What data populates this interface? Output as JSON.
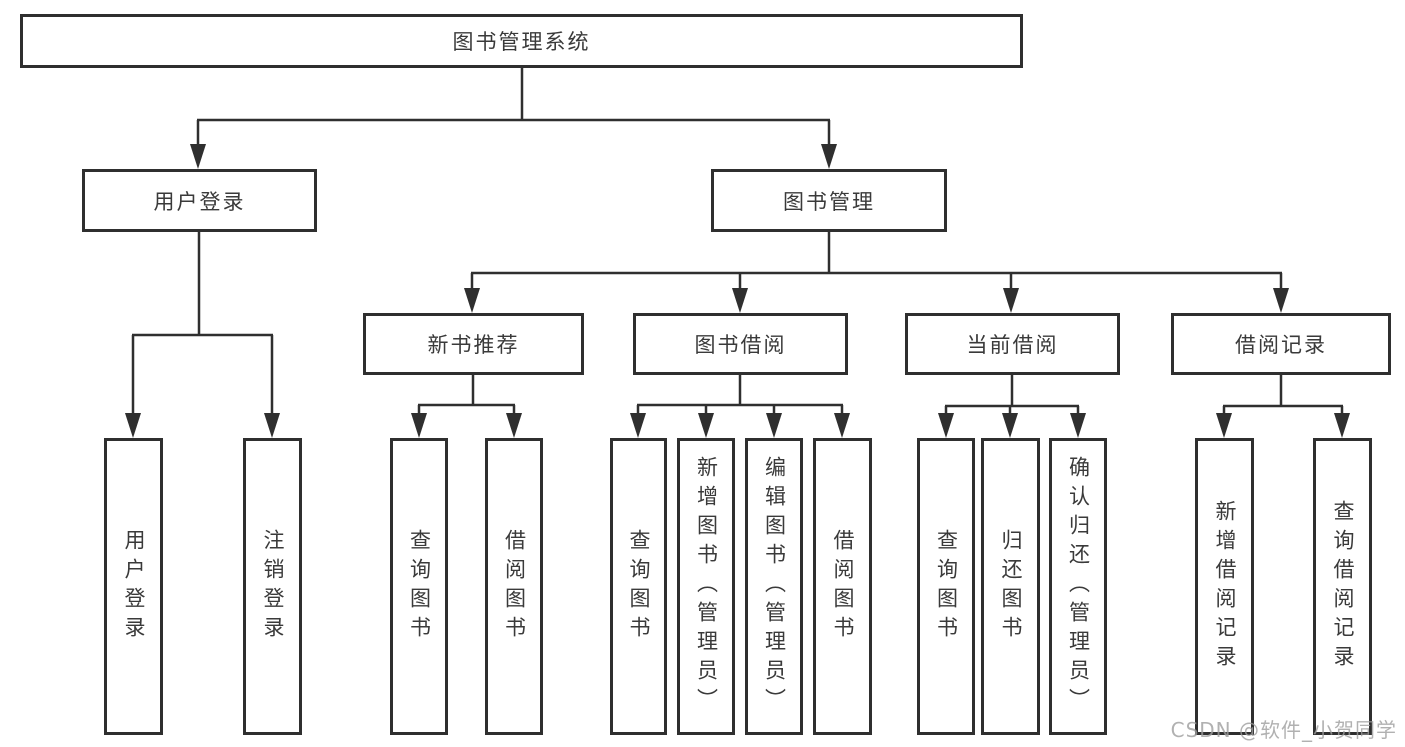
{
  "diagram": {
    "root": {
      "label": "图书管理系统"
    },
    "branches": {
      "user_login": {
        "label": "用户登录",
        "children": [
          "用户登录",
          "注销登录"
        ]
      },
      "book_mgmt": {
        "label": "图书管理"
      }
    },
    "book_mgmt_sections": [
      {
        "label": "新书推荐",
        "children": [
          "查询图书",
          "借阅图书"
        ]
      },
      {
        "label": "图书借阅",
        "children": [
          "查询图书",
          "新增图书（管理员）",
          "编辑图书（管理员）",
          "借阅图书"
        ]
      },
      {
        "label": "当前借阅",
        "children": [
          "查询图书",
          "归还图书",
          "确认归还（管理员）"
        ]
      },
      {
        "label": "借阅记录",
        "children": [
          "新增借阅记录",
          "查询借阅记录"
        ]
      }
    ]
  },
  "colors": {
    "line": "#2f2f2f",
    "text": "#3a3a3a",
    "watermark": "#9e9e9e"
  },
  "watermark": {
    "text": "CSDN @软件_小贺同学"
  }
}
